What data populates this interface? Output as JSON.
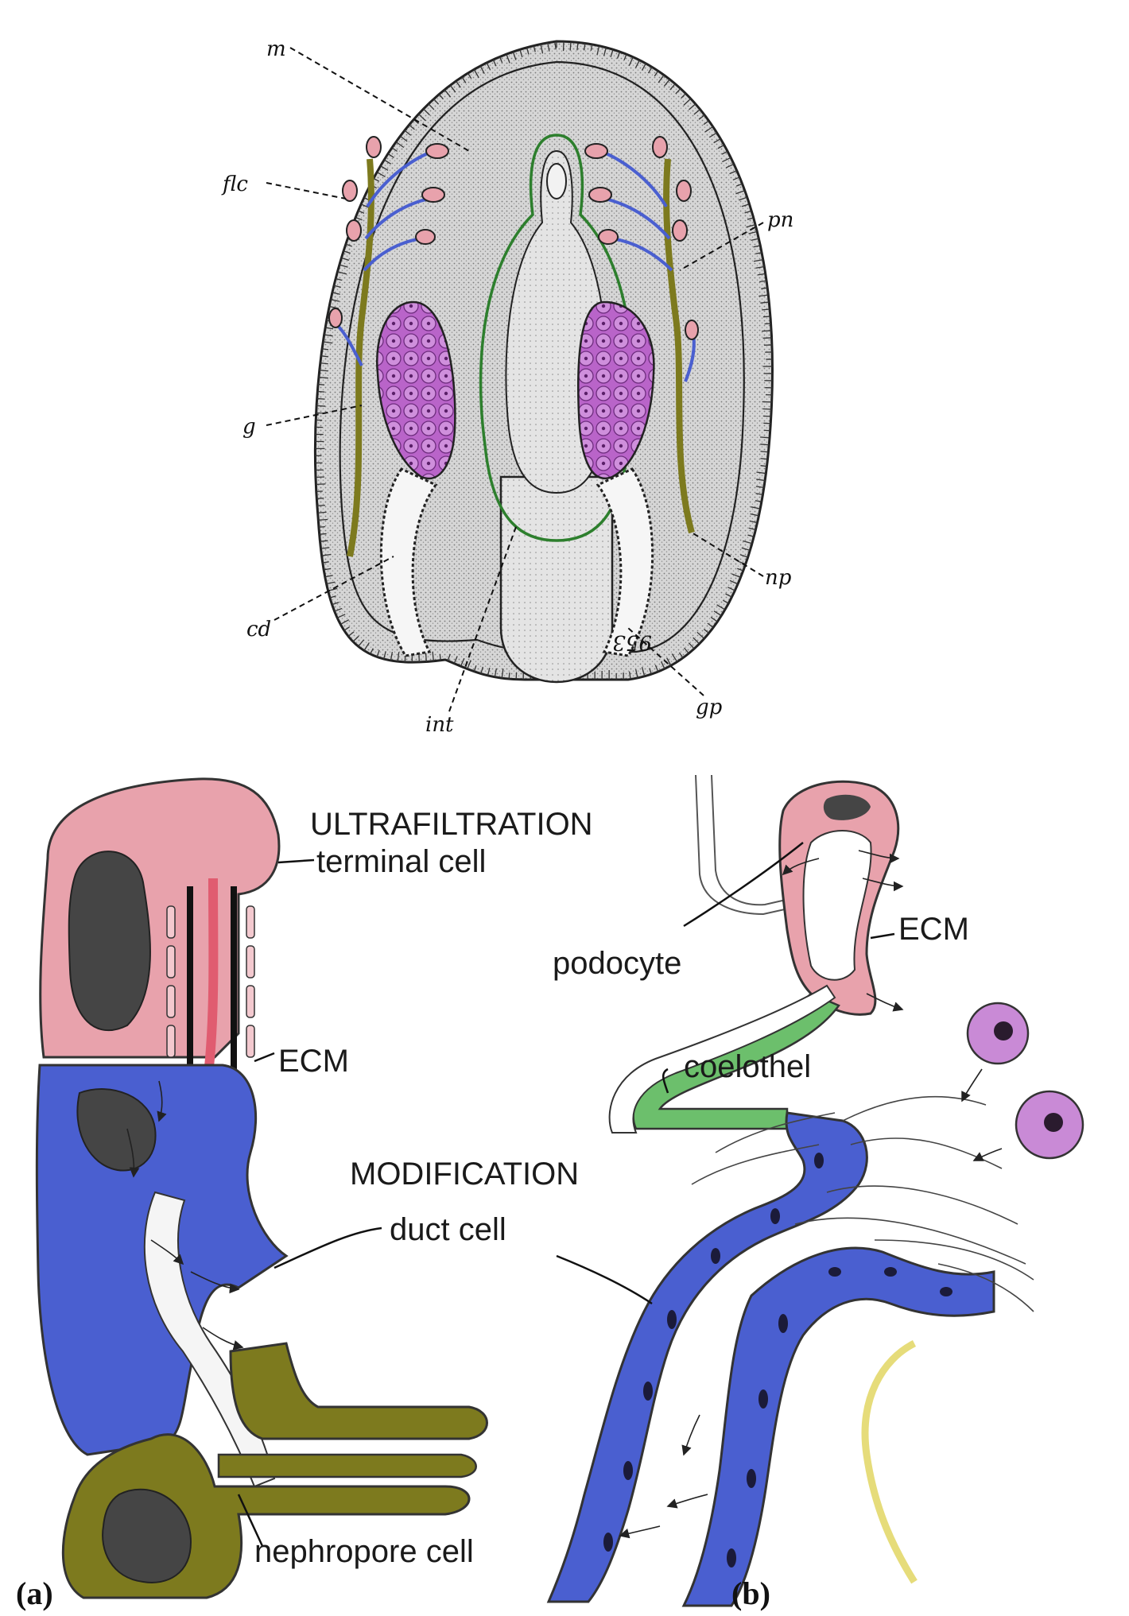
{
  "top_labels": {
    "m": "m",
    "flc": "flc",
    "pn": "pn",
    "g": "g",
    "np": "np",
    "cd": "cd",
    "int": "int",
    "gp": "gp",
    "plate_number": "953"
  },
  "panel_a": {
    "terminal_cell": "terminal cell",
    "ecm": "ECM",
    "duct_cell": "duct cell",
    "nephropore_cell": "nephropore cell",
    "caption": "(a)"
  },
  "panel_b": {
    "ultrafiltration": "ULTRAFILTRATION",
    "podocyte": "podocyte",
    "ecm": "ECM",
    "coelothel": "coelothel",
    "modification": "MODIFICATION",
    "caption": "(b)"
  },
  "colors": {
    "body": "#d2d2d2",
    "pink": "#e8a2ac",
    "blue": "#4a5fd0",
    "olive": "#7d7a1e",
    "green": "#6cbf6c",
    "purple": "#c98ad6",
    "dark_nucleus": "#454545",
    "yellow": "#e6dc7a"
  }
}
